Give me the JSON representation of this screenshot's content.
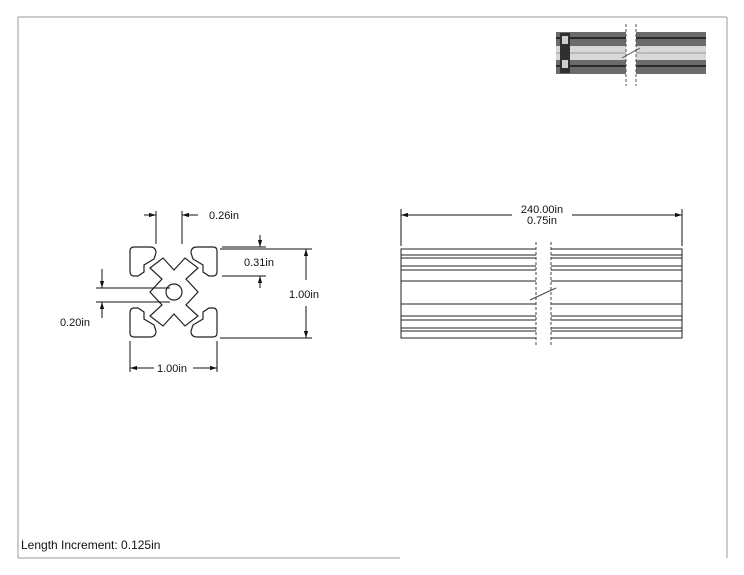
{
  "drawing": {
    "dimensions": {
      "slot_width": "0.26in",
      "slot_depth": "0.31in",
      "side_height": "1.00in",
      "center_hole": "0.20in",
      "side_width": "1.00in",
      "length": "240.00in",
      "profile_width": "0.75in"
    },
    "note": "Length Increment: 0.125in"
  }
}
